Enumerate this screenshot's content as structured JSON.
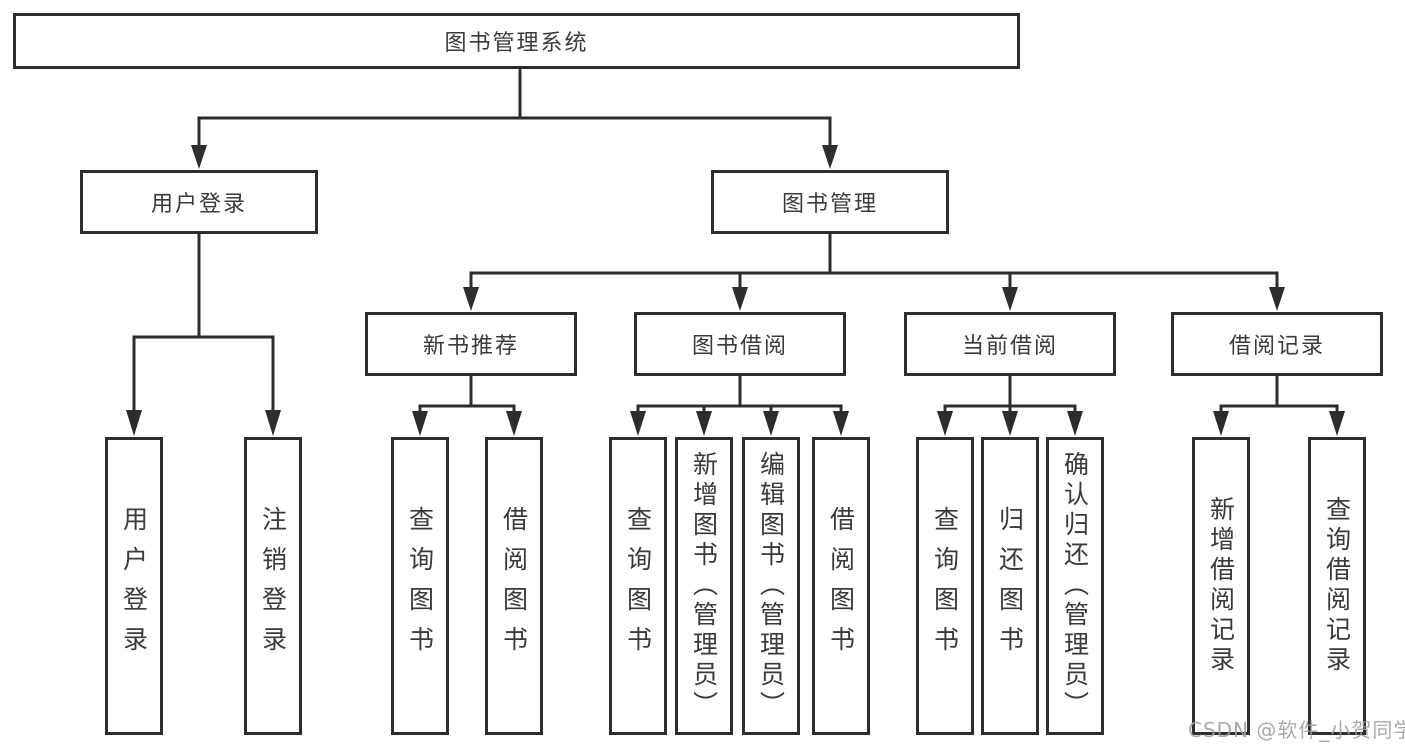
{
  "tree": {
    "root": {
      "label": "图书管理系统"
    },
    "branches": [
      {
        "label": "用户登录",
        "children": [
          {
            "label": "用户登录"
          },
          {
            "label": "注销登录"
          }
        ]
      },
      {
        "label": "图书管理",
        "groups": [
          {
            "label": "新书推荐",
            "children": [
              {
                "label": "查询图书"
              },
              {
                "label": "借阅图书"
              }
            ]
          },
          {
            "label": "图书借阅",
            "children": [
              {
                "label": "查询图书"
              },
              {
                "label": "新增图书（管理员）"
              },
              {
                "label": "编辑图书（管理员）"
              },
              {
                "label": "借阅图书"
              }
            ]
          },
          {
            "label": "当前借阅",
            "children": [
              {
                "label": "查询图书"
              },
              {
                "label": "归还图书"
              },
              {
                "label": "确认归还（管理员）"
              }
            ]
          },
          {
            "label": "借阅记录",
            "children": [
              {
                "label": "新增借阅记录"
              },
              {
                "label": "查询借阅记录"
              }
            ]
          }
        ]
      }
    ]
  },
  "colors": {
    "line": "#2d2d2d",
    "text": "#3a3a3a",
    "background": "#ffffff",
    "watermark": "#9e9e9e"
  },
  "watermark": "CSDN @软件_小贺同学"
}
